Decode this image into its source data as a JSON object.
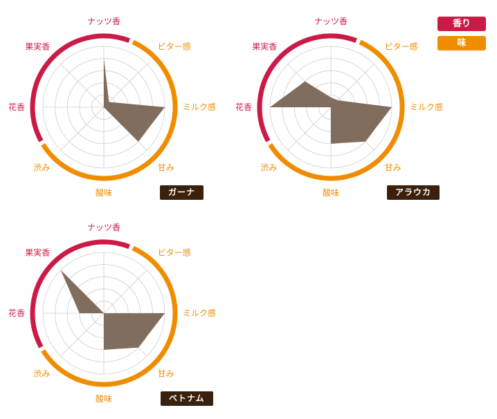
{
  "colors": {
    "aroma": "#cc1a46",
    "taste": "#f08c00",
    "fill": "#7a6555",
    "grid": "#cccccc",
    "badge": "#3b200c"
  },
  "legend": {
    "aroma": "香り",
    "taste": "味"
  },
  "chart_data": [
    {
      "type": "radar",
      "title": "ガーナ",
      "axes": [
        "ナッツ香",
        "ビター感",
        "ミルク感",
        "甘み",
        "酸味",
        "渋み",
        "花香",
        "果実香"
      ],
      "groups": [
        "aroma",
        "taste",
        "taste",
        "taste",
        "taste",
        "taste",
        "aroma",
        "aroma"
      ],
      "values": [
        4,
        0.6,
        5,
        4,
        0,
        0,
        0,
        0
      ],
      "max": 5
    },
    {
      "type": "radar",
      "title": "アラウカ",
      "axes": [
        "ナッツ香",
        "ビター感",
        "ミルク感",
        "甘み",
        "酸味",
        "渋み",
        "花香",
        "果実香"
      ],
      "groups": [
        "aroma",
        "taste",
        "taste",
        "taste",
        "taste",
        "taste",
        "aroma",
        "aroma"
      ],
      "values": [
        0.8,
        0.8,
        5,
        4,
        3,
        0,
        5,
        3
      ],
      "max": 5
    },
    {
      "type": "radar",
      "title": "ベトナム",
      "axes": [
        "ナッツ香",
        "ビター感",
        "ミルク感",
        "甘み",
        "酸味",
        "渋み",
        "花香",
        "果実香"
      ],
      "groups": [
        "aroma",
        "taste",
        "taste",
        "taste",
        "taste",
        "taste",
        "aroma",
        "aroma"
      ],
      "values": [
        0,
        0,
        5,
        4,
        3,
        0,
        2,
        5
      ],
      "max": 5
    }
  ]
}
